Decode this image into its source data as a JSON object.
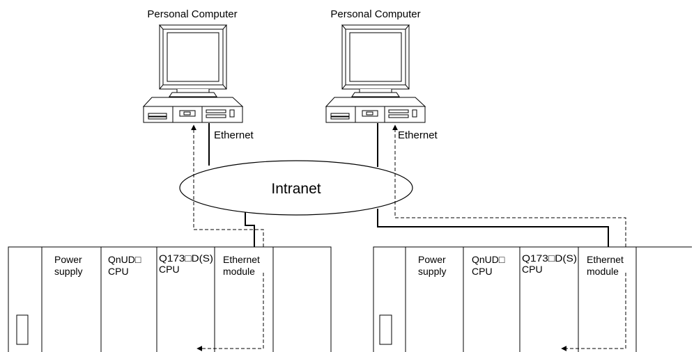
{
  "computers": [
    {
      "label": "Personal Computer",
      "link_label": "Ethernet"
    },
    {
      "label": "Personal Computer",
      "link_label": "Ethernet"
    }
  ],
  "network": {
    "label": "Intranet"
  },
  "racks": [
    {
      "modules": [
        {
          "line1": "Power",
          "line2": "supply"
        },
        {
          "line1": "QnUD□",
          "line2": "CPU"
        },
        {
          "line1": "Q173□D(S)",
          "line2": "CPU"
        },
        {
          "line1": "Ethernet",
          "line2": "module"
        }
      ]
    },
    {
      "modules": [
        {
          "line1": "Power",
          "line2": "supply"
        },
        {
          "line1": "QnUD□",
          "line2": "CPU"
        },
        {
          "line1": "Q173□D(S)",
          "line2": "CPU"
        },
        {
          "line1": "Ethernet",
          "line2": "module"
        }
      ]
    }
  ]
}
